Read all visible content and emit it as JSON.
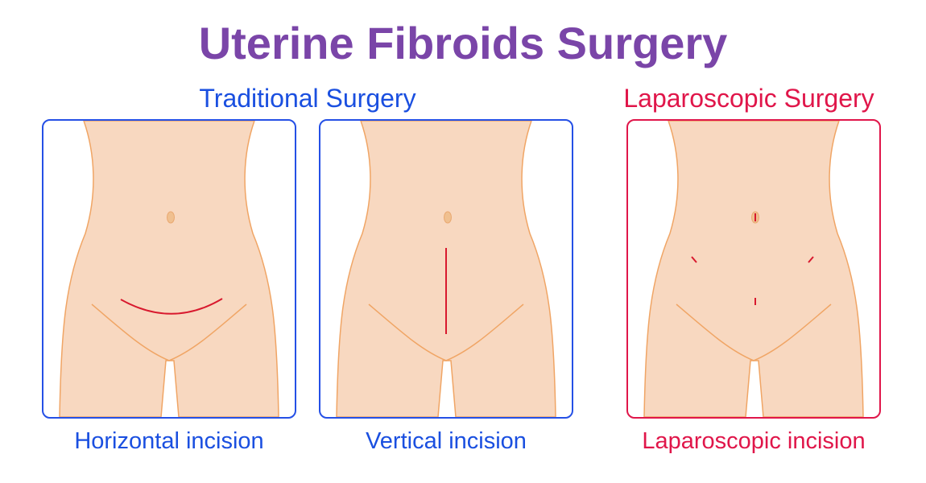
{
  "title": "Uterine Fibroids Surgery",
  "sections": {
    "traditional": {
      "heading": "Traditional Surgery"
    },
    "laparoscopic": {
      "heading": "Laparoscopic Surgery"
    }
  },
  "panels": [
    {
      "caption": "Horizontal incision",
      "incision": "horizontal"
    },
    {
      "caption": "Vertical incision",
      "incision": "vertical"
    },
    {
      "caption": "Laparoscopic incision",
      "incision": "laparoscopic"
    }
  ],
  "colors": {
    "title": "#7a45a8",
    "traditional": "#1a4fe0",
    "laparoscopic": "#e0164a",
    "skin": "#f8d8c0",
    "skin_outline": "#f0a565",
    "incision": "#d8192e"
  }
}
